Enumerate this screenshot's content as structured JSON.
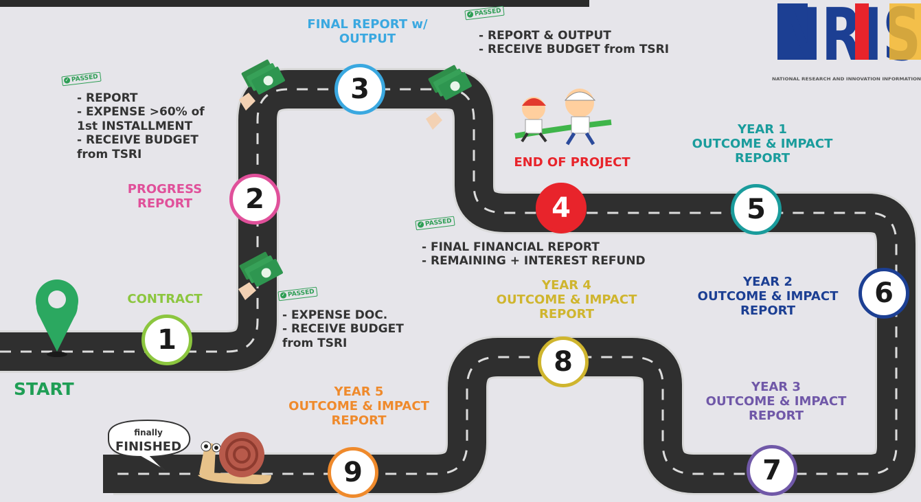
{
  "logo": {
    "letters": "NRIS",
    "subtitle": "NATIONAL RESEARCH AND INNOVATION INFORMATION"
  },
  "start_label": "START",
  "end_label": "END OF PROJECT",
  "finished": {
    "line1": "finally",
    "line2": "FINISHED"
  },
  "passed_text": "PASSED",
  "milestones": [
    {
      "number": "1",
      "color": "#8cc63f",
      "title": [
        "CONTRACT"
      ]
    },
    {
      "number": "2",
      "color": "#e0509a",
      "title": [
        "PROGRESS",
        "REPORT"
      ]
    },
    {
      "number": "3",
      "color": "#3aa8e0",
      "title": [
        "FINAL REPORT w/",
        "OUTPUT"
      ]
    },
    {
      "number": "4",
      "color": "#e8242b",
      "title": [
        "END OF PROJECT"
      ]
    },
    {
      "number": "5",
      "color": "#1a9c9c",
      "title": [
        "YEAR 1",
        "OUTCOME & IMPACT",
        "REPORT"
      ]
    },
    {
      "number": "6",
      "color": "#1c3f93",
      "title": [
        "YEAR 2",
        "OUTCOME & IMPACT",
        "REPORT"
      ]
    },
    {
      "number": "7",
      "color": "#7058a8",
      "title": [
        "YEAR 3",
        "OUTCOME & IMPACT",
        "REPORT"
      ]
    },
    {
      "number": "8",
      "color": "#cfb52e",
      "title": [
        "YEAR 4",
        "OUTCOME & IMPACT",
        "REPORT"
      ]
    },
    {
      "number": "9",
      "color": "#ef8a2c",
      "title": [
        "YEAR 5",
        "OUTCOME & IMPACT",
        "REPORT"
      ]
    }
  ],
  "notes": {
    "n1": [
      "- EXPENSE DOC.",
      "- RECEIVE BUDGET",
      "from TSRI"
    ],
    "n2": [
      "- REPORT",
      "- EXPENSE >60% of",
      "1st INSTALLMENT",
      "- RECEIVE BUDGET",
      "from TSRI"
    ],
    "n3": [
      "- REPORT & OUTPUT",
      "- RECEIVE BUDGET from TSRI"
    ],
    "n4": [
      "- FINAL FINANCIAL REPORT",
      " -  REMAINING + INTEREST REFUND"
    ]
  },
  "colors": {
    "road": "#2f2f2f",
    "road_edge": "#d9d9d9",
    "dash": "#dcdcdc",
    "background": "#e6e5ea",
    "start_green": "#1f9e55",
    "pin_green": "#2ba860"
  }
}
